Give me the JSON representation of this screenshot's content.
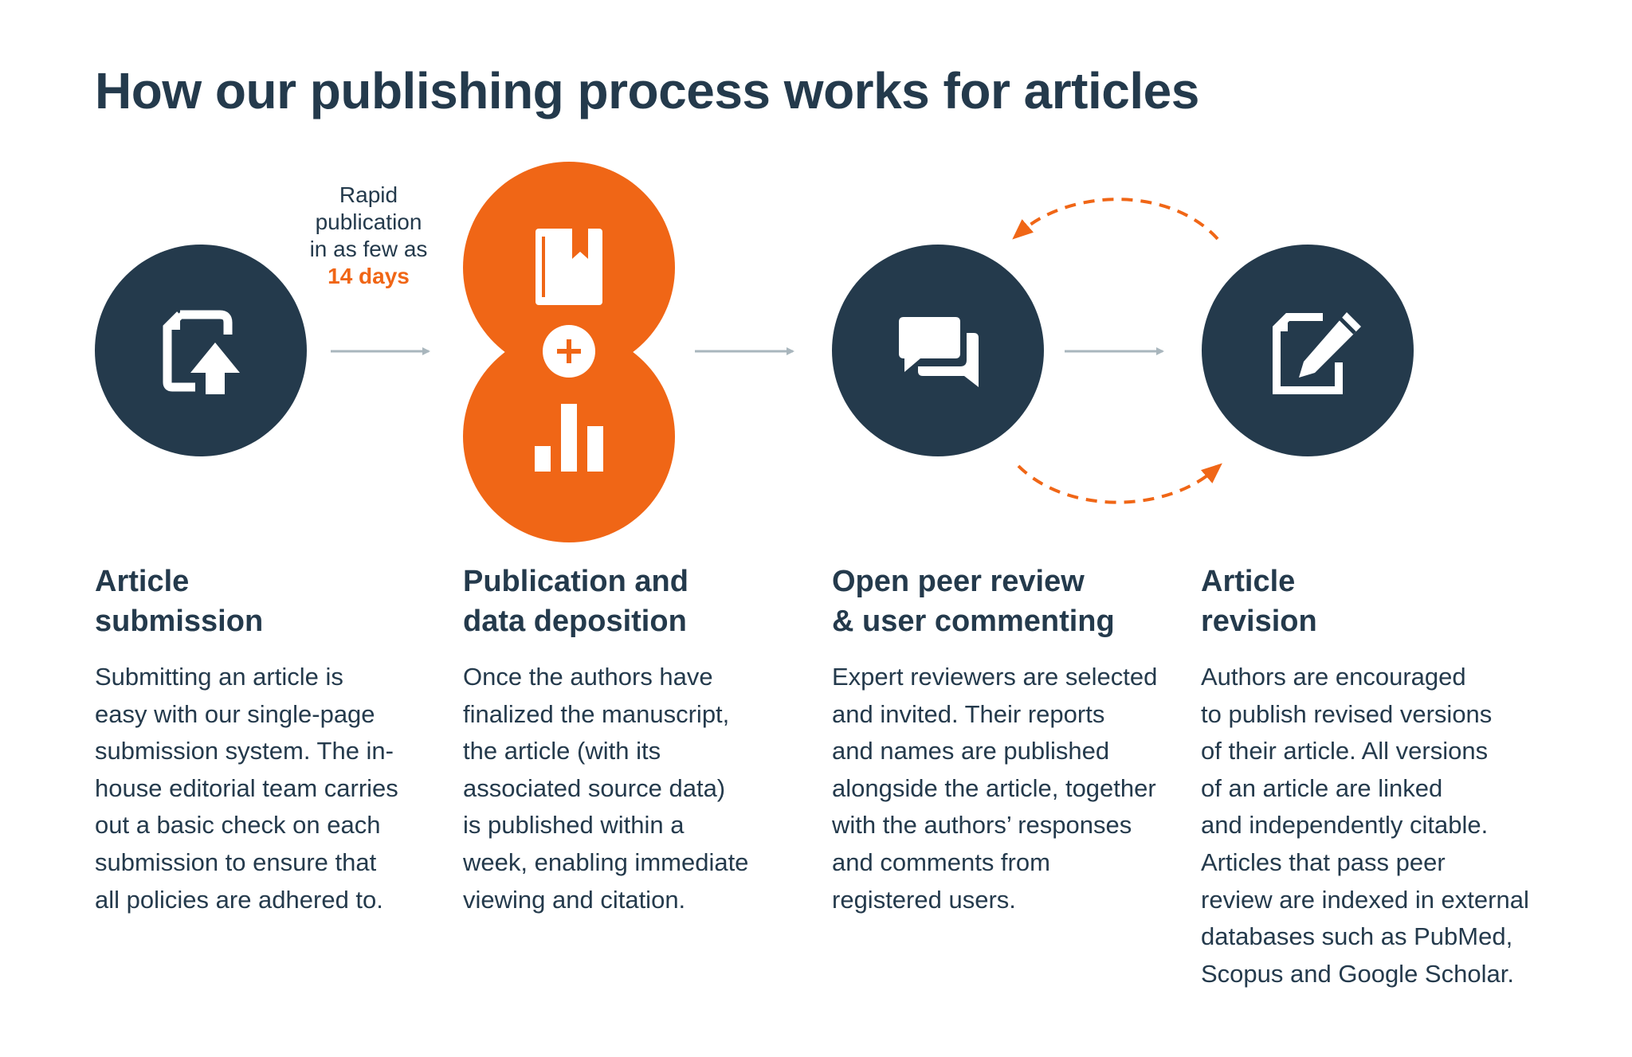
{
  "title": "How our publishing process works for articles",
  "colors": {
    "dark": "#243a4c",
    "accent": "#f06616",
    "arrow": "#a9b6bd",
    "text": "#243a4c"
  },
  "rapid_note": {
    "lines": [
      "Rapid",
      "publication",
      "in as few as"
    ],
    "highlight": "14 days"
  },
  "steps": [
    {
      "icon": "upload-document-icon",
      "heading": [
        "Article",
        "submission"
      ],
      "body": [
        "Submitting an article is",
        "easy with our single-page",
        "submission system. The in-",
        "house editorial team carries",
        "out a basic check on each",
        "submission to ensure that",
        "all policies are adhered to."
      ]
    },
    {
      "icon": "book-plus-chart-icon",
      "heading": [
        "Publication and",
        "data deposition"
      ],
      "body": [
        "Once the authors have",
        "finalized the manuscript,",
        "the article (with its",
        "associated source data)",
        "is published within a",
        "week, enabling immediate",
        "viewing and citation."
      ]
    },
    {
      "icon": "chat-bubbles-icon",
      "heading": [
        "Open peer review",
        "& user commenting"
      ],
      "body": [
        "Expert reviewers are selected",
        "and invited. Their reports",
        "and names are published",
        "alongside the article, together",
        "with the authors’ responses",
        "and comments from",
        "registered users."
      ]
    },
    {
      "icon": "edit-document-icon",
      "heading": [
        "Article",
        "revision"
      ],
      "body": [
        "Authors are encouraged",
        "to publish revised versions",
        "of their article. All versions",
        "of an article are linked",
        "and independently citable.",
        "Articles that pass peer",
        "review are indexed in external",
        "databases such as PubMed,",
        "Scopus and Google Scholar."
      ]
    }
  ]
}
